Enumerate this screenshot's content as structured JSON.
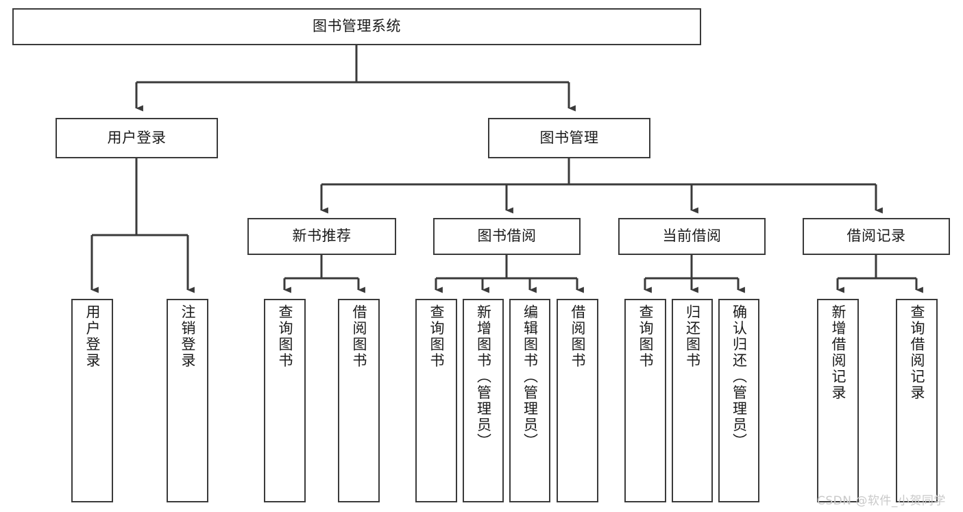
{
  "diagram": {
    "title": "图书管理系统",
    "type": "tree-hierarchy-diagram",
    "stroke_color": "#3a3a3a",
    "fill_color": "#ffffff",
    "text_color": "#1a1a1a"
  },
  "nodes": {
    "root": {
      "label": "图书管理系统",
      "level": 1
    },
    "l2": [
      {
        "label": "用户登录",
        "level": 2
      },
      {
        "label": "图书管理",
        "level": 2
      }
    ],
    "l3": [
      {
        "label": "新书推荐",
        "level": 3
      },
      {
        "label": "图书借阅",
        "level": 3
      },
      {
        "label": "当前借阅",
        "level": 3
      },
      {
        "label": "借阅记录",
        "level": 3
      }
    ],
    "leaves_user_login": [
      {
        "label": "用户登录"
      },
      {
        "label": "注销登录"
      }
    ],
    "leaves_new_book": [
      {
        "label": "查询图书"
      },
      {
        "label": "借阅图书"
      }
    ],
    "leaves_borrow": [
      {
        "label": "查询图书"
      },
      {
        "label": "新增图书（管理员）"
      },
      {
        "label": "编辑图书（管理员）"
      },
      {
        "label": "借阅图书"
      }
    ],
    "leaves_current": [
      {
        "label": "查询图书"
      },
      {
        "label": "归还图书"
      },
      {
        "label": "确认归还（管理员）"
      }
    ],
    "leaves_record": [
      {
        "label": "新增借阅记录"
      },
      {
        "label": "查询借阅记录"
      }
    ]
  },
  "watermark": {
    "text": "CSDN @软件_小贺同学"
  }
}
